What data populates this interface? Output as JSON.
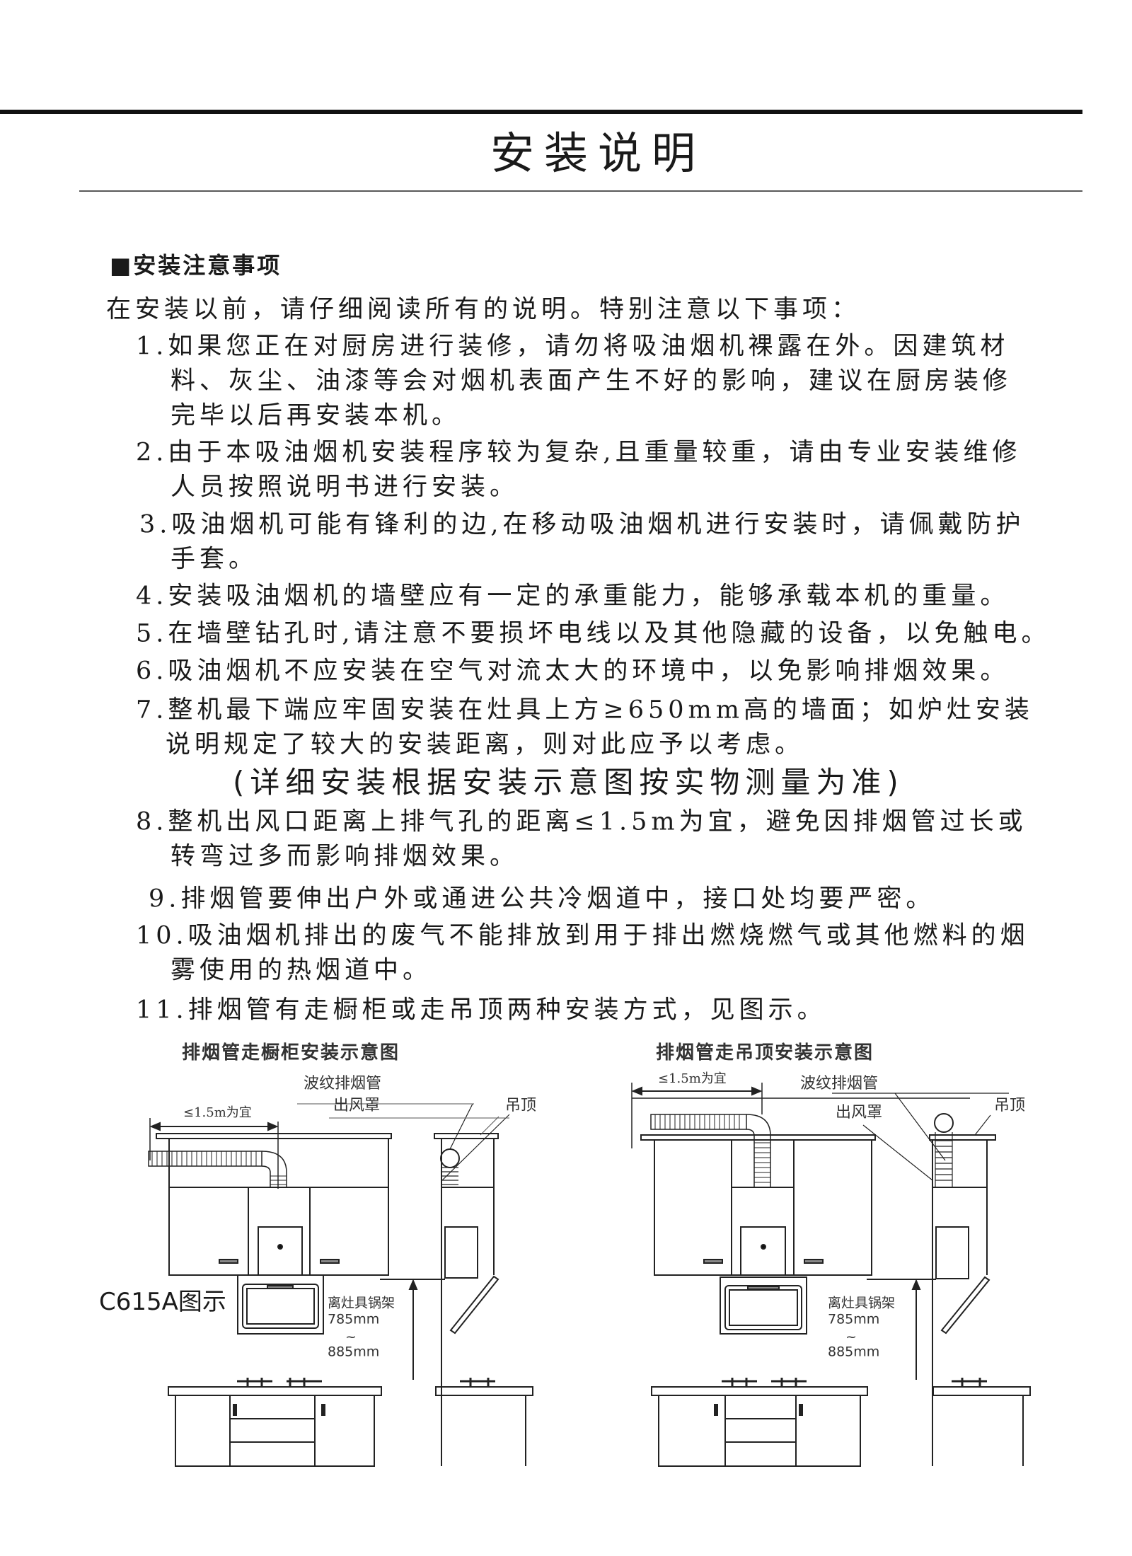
{
  "header": {
    "title": "安装说明"
  },
  "section": {
    "heading": "■安装注意事项",
    "intro": "在安装以前，请仔细阅读所有的说明。特别注意以下事项："
  },
  "items": [
    {
      "num": "1.",
      "lines": [
        "如果您正在对厨房进行装修，请勿将吸油烟机裸露在外。因建筑材",
        "料、灰尘、油漆等会对烟机表面产生不好的影响，建议在厨房装修",
        "完毕以后再安装本机。"
      ]
    },
    {
      "num": "2.",
      "lines": [
        "由于本吸油烟机安装程序较为复杂,且重量较重，请由专业安装维修",
        "人员按照说明书进行安装。"
      ]
    },
    {
      "num": "3.",
      "lines": [
        "吸油烟机可能有锋利的边,在移动吸油烟机进行安装时，请佩戴防护",
        "手套。"
      ]
    },
    {
      "num": "4.",
      "lines": [
        "安装吸油烟机的墙壁应有一定的承重能力，能够承载本机的重量。"
      ]
    },
    {
      "num": "5.",
      "lines": [
        "在墙壁钻孔时,请注意不要损坏电线以及其他隐藏的设备，以免触电。"
      ]
    },
    {
      "num": "6.",
      "lines": [
        "吸油烟机不应安装在空气对流太大的环境中，以免影响排烟效果。"
      ]
    },
    {
      "num": "7.",
      "lines": [
        "整机最下端应牢固安装在灶具上方≥650mm高的墙面；如炉灶安装",
        "说明规定了较大的安装距离，则对此应予以考虑。"
      ]
    },
    {
      "num": "8.",
      "lines": [
        "整机出风口距离上排气孔的距离≤1.5m为宜，避免因排烟管过长或",
        "转弯过多而影响排烟效果。"
      ]
    },
    {
      "num": "9.",
      "lines": [
        "排烟管要伸出户外或通进公共冷烟道中，接口处均要严密。"
      ]
    },
    {
      "num": "10.",
      "lines": [
        "吸油烟机排出的废气不能排放到用于排出燃烧燃气或其他燃料的烟",
        "雾使用的热烟道中。"
      ]
    },
    {
      "num": "11.",
      "lines": [
        "排烟管有走橱柜或走吊顶两种安装方式，见图示。"
      ]
    }
  ],
  "note": "(详细安装根据安装示意图按实物测量为准)",
  "diagrams": [
    {
      "title": "排烟管走橱柜安装示意图",
      "distance": "≤1.5m为宜",
      "duct": "波纹排烟管",
      "outlet": "出风罩",
      "ceiling": "吊顶",
      "height_label": "离灶具锅架",
      "height_min": "785mm",
      "tilde": "~",
      "height_max": "885mm",
      "model": "C615A图示"
    },
    {
      "title": "排烟管走吊顶安装示意图",
      "distance": "≤1.5m为宜",
      "duct": "波纹排烟管",
      "outlet": "出风罩",
      "ceiling": "吊顶",
      "height_label": "离灶具锅架",
      "height_min": "785mm",
      "tilde": "~",
      "height_max": "885mm"
    }
  ]
}
